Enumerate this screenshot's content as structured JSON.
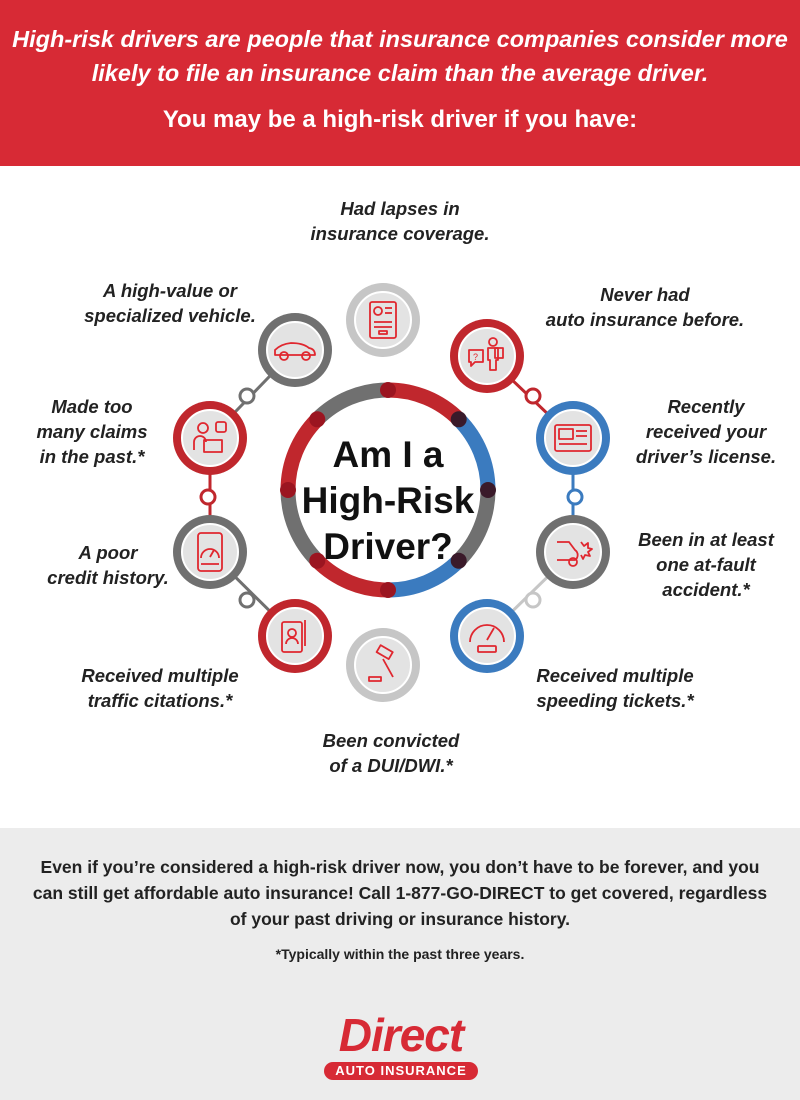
{
  "header": {
    "intro": "High-risk drivers are people that insurance companies consider more likely to file an insurance claim than the average driver.",
    "subheading": "You may be a high-risk driver if you have:"
  },
  "center_title": [
    "Am I a",
    "High-Risk",
    "Driver?"
  ],
  "colors": {
    "red": "#c0272d",
    "blue": "#3b7bbf",
    "dark_gray": "#707070",
    "light_gray": "#c6c6c6",
    "brand": "#d72a35"
  },
  "items": [
    {
      "key": "lapses",
      "icon": "document-gauge-icon",
      "ring": "light_gray",
      "lines": [
        "Had lapses in",
        "insurance coverage."
      ]
    },
    {
      "key": "never-insured",
      "icon": "person-question-icon",
      "ring": "red",
      "lines": [
        "Never had",
        "auto insurance before."
      ]
    },
    {
      "key": "new-license",
      "icon": "drivers-license-icon",
      "ring": "blue",
      "lines": [
        "Recently",
        "received your",
        "driver’s license."
      ]
    },
    {
      "key": "accident",
      "icon": "car-crash-icon",
      "ring": "dark_gray",
      "lines": [
        "Been in at least",
        "one at-fault",
        "accident.*"
      ]
    },
    {
      "key": "speeding",
      "icon": "speedometer-icon",
      "ring": "blue",
      "lines": [
        "Received multiple",
        "speeding tickets.*"
      ]
    },
    {
      "key": "dui",
      "icon": "gavel-icon",
      "ring": "light_gray",
      "lines": [
        "Been convicted",
        "of a DUI/DWI.*"
      ]
    },
    {
      "key": "citations",
      "icon": "citation-document-icon",
      "ring": "red",
      "lines": [
        "Received multiple",
        "traffic citations.*"
      ]
    },
    {
      "key": "credit",
      "icon": "credit-score-icon",
      "ring": "dark_gray",
      "lines": [
        "A poor",
        "credit history."
      ]
    },
    {
      "key": "claims",
      "icon": "person-laptop-icon",
      "ring": "red",
      "lines": [
        "Made too",
        "many claims",
        "in the past.*"
      ]
    },
    {
      "key": "vehicle",
      "icon": "sports-car-icon",
      "ring": "dark_gray",
      "lines": [
        "A high-value or",
        "specialized vehicle."
      ]
    }
  ],
  "footer": {
    "text": "Even if you’re considered a high-risk driver now, you don’t have to be forever, and you can still get affordable auto insurance! Call 1-877-GO-DIRECT to get covered, regardless of your past driving or insurance history.",
    "footnote": "*Typically within the past three years."
  },
  "logo": {
    "word": "Direct",
    "tagline": "AUTO INSURANCE"
  }
}
